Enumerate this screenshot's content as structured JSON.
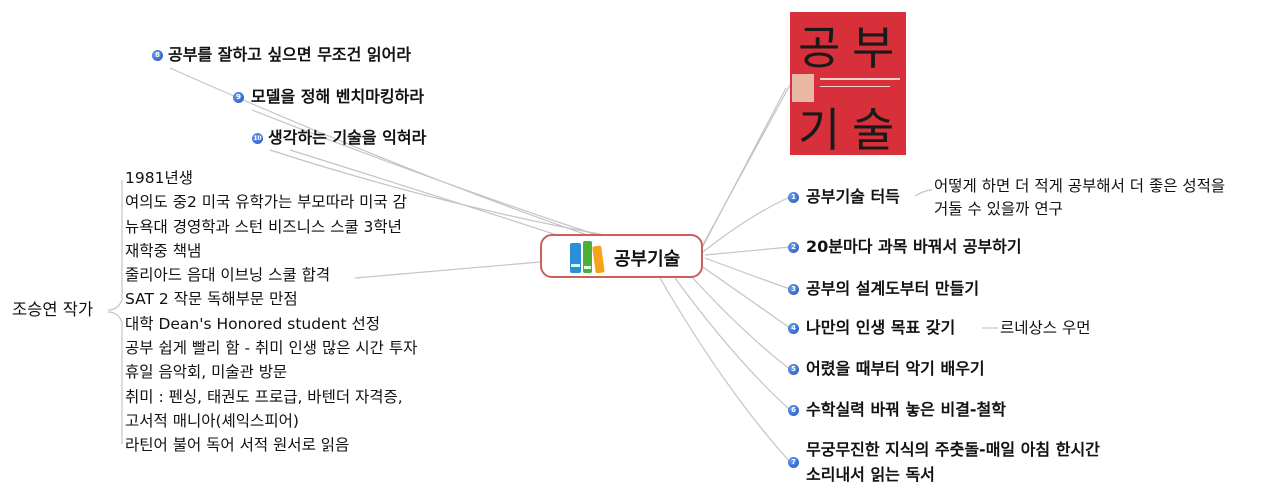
{
  "center": {
    "label": "공부기술",
    "icon": "books-icon",
    "border_color": "#c9605a"
  },
  "book_cover": {
    "lettering": [
      "공",
      "부",
      "기",
      "술"
    ],
    "color": "#d8303a"
  },
  "right_branches": [
    {
      "number": "1",
      "label": "공부기술 터득",
      "note": [
        "어떻게 하면 더 적게 공부해서 더 좋은 성적을",
        "거둘 수 있을까 연구"
      ]
    },
    {
      "number": "2",
      "label": "20분마다 과목 바꿔서 공부하기"
    },
    {
      "number": "3",
      "label": "공부의 설계도부터 만들기"
    },
    {
      "number": "4",
      "label": "나만의 인생 목표 갖기",
      "note": [
        "르네상스 우먼"
      ]
    },
    {
      "number": "5",
      "label": "어렸을 때부터 악기 배우기"
    },
    {
      "number": "6",
      "label": "수학실력 바꿔 놓은 비결-철학"
    },
    {
      "number": "7",
      "label": [
        "무궁무진한 지식의 주춧돌-매일 아침 한시간",
        "소리내서 읽는 독서"
      ]
    }
  ],
  "left_branches": [
    {
      "number": "8",
      "label": "공부를 잘하고 싶으면 무조건 읽어라"
    },
    {
      "number": "9",
      "label": "모델을 정해 벤치마킹하라"
    },
    {
      "number": "10",
      "label": "생각하는 기술을 익혀라"
    }
  ],
  "author": {
    "label": "조승연 작가",
    "facts": [
      "1981년생",
      "여의도 중2 미국 유학가는 부모따라 미국 감",
      "뉴욕대 경영학과 스턴 비즈니스 스쿨 3학년",
      "재학중 책냄",
      "줄리아드 음대 이브닝 스쿨 합격",
      "SAT 2 작문 독해부문 만점",
      "대학 Dean's Honored student 선정",
      "공부 쉽게 빨리 함 - 취미 인생 많은 시간 투자",
      "휴일 음악회, 미술관 방문",
      "취미 : 펜싱, 태권도 프로급, 바텐더 자격증,",
      "고서적 매니아(셰익스피어)",
      "라틴어 불어 독어 서적 원서로 읽음"
    ]
  }
}
